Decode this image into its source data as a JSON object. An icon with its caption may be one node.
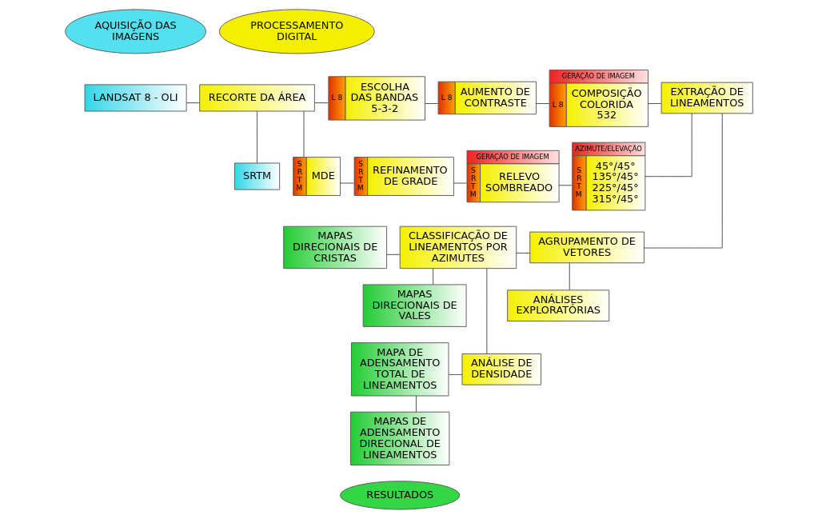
{
  "diagram": {
    "nodes": [
      {
        "text": [
          "AQUISIÇÃO DAS IMAGENS"
        ]
      },
      {
        "text": [
          "PROCESSAMENTO DIGITAL"
        ]
      },
      {
        "text": [
          "LANDSAT 8 - OLI"
        ]
      },
      {
        "text": [
          "SRTM"
        ]
      },
      {
        "text": [
          "RECORTE DA ÁREA"
        ]
      },
      {
        "text": [
          "L 8",
          "ESCOLHA DAS BANDAS 5-3-2"
        ]
      },
      {
        "text": [
          "L 8",
          "AUMENTO DE CONTRASTE"
        ]
      },
      {
        "text": [
          "GERAÇÃO DE IMAGEM",
          "L 8",
          "COMPOSIÇÃO COLORIDA 532"
        ]
      },
      {
        "text": [
          "SRTM",
          "MDE"
        ]
      },
      {
        "text": [
          "SRTM",
          "REFINAMENTO DE GRADE"
        ]
      },
      {
        "text": [
          "GERAÇÃO DE IMAGEM",
          "SRTM",
          "RELEVO SOMBREADO"
        ]
      },
      {
        "text": [
          "AZIMUTE/ELEVAÇÃO",
          "SRTM",
          "45°/45° 135°/45° 225°/45° 315°/45°"
        ]
      },
      {
        "text": [
          "EXTRAÇÃO DE LINEAMENTOS"
        ]
      },
      {
        "text": [
          "MAPAS DIRECIONAIS DE CRISTAS"
        ]
      },
      {
        "text": [
          "MAPAS DIRECIONAIS DE VALES"
        ]
      },
      {
        "text": [
          "CLASSIFICAÇÃO DE LINEAMENTOS POR AZIMUTES"
        ]
      },
      {
        "text": [
          "AGRUPAMENTO DE VETORES"
        ]
      },
      {
        "text": [
          "ANÁLISES EXPLORATÓRIAS"
        ]
      },
      {
        "text": [
          "MAPA DE ADENSAMENTO TOTAL DE LINEAMENTOS"
        ]
      },
      {
        "text": [
          "ANÁLISE DE DENSIDADE"
        ]
      },
      {
        "text": [
          "MAPAS DE ADENSAMENTO DIRECIONAL DE LINEAMENTOS"
        ]
      },
      {
        "text": [
          "RESULTADOS"
        ]
      }
    ],
    "edges": [
      {
        "from": 2,
        "to": 4,
        "arrow": "none"
      },
      {
        "from": 3,
        "to": 4,
        "arrow": "none"
      },
      {
        "from": 4,
        "to": 5,
        "arrow": "none"
      },
      {
        "from": 4,
        "to": 8,
        "arrow": "none"
      },
      {
        "from": 5,
        "to": 6,
        "arrow": "none"
      },
      {
        "from": 6,
        "to": 7,
        "arrow": "none"
      },
      {
        "from": 8,
        "to": 9,
        "arrow": "none"
      },
      {
        "from": 9,
        "to": 10,
        "arrow": "none"
      },
      {
        "from": 10,
        "to": 11,
        "arrow": "none"
      },
      {
        "from": 7,
        "to": 12,
        "arrow": "none"
      },
      {
        "from": 11,
        "to": 12,
        "arrow": "none"
      },
      {
        "from": 12,
        "to": 16,
        "arrow": "none"
      },
      {
        "from": 16,
        "to": 15,
        "arrow": "none"
      },
      {
        "from": 16,
        "to": 17,
        "arrow": "none"
      },
      {
        "from": 15,
        "to": 13,
        "arrow": "none"
      },
      {
        "from": 15,
        "to": 14,
        "arrow": "none"
      },
      {
        "from": 15,
        "to": 19,
        "arrow": "none"
      },
      {
        "from": 19,
        "to": 18,
        "arrow": "none"
      },
      {
        "from": 18,
        "to": 20,
        "arrow": "none"
      }
    ]
  }
}
